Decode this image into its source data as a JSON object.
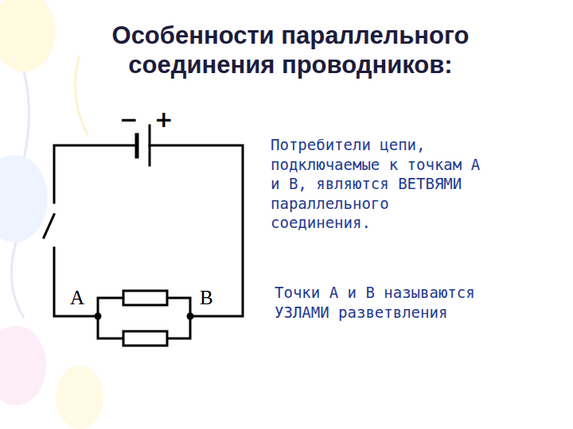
{
  "diagram": {
    "title": "Особенности параллельного соединения проводников:",
    "labels": [
      "−",
      "+",
      "A",
      "B",
      "Потребители цепи, подключаемые к точкам А и В, являются ВЕТВЯМИ параллельного соединения.",
      "Точки А и В называются УЗЛАМИ разветвления"
    ]
  }
}
